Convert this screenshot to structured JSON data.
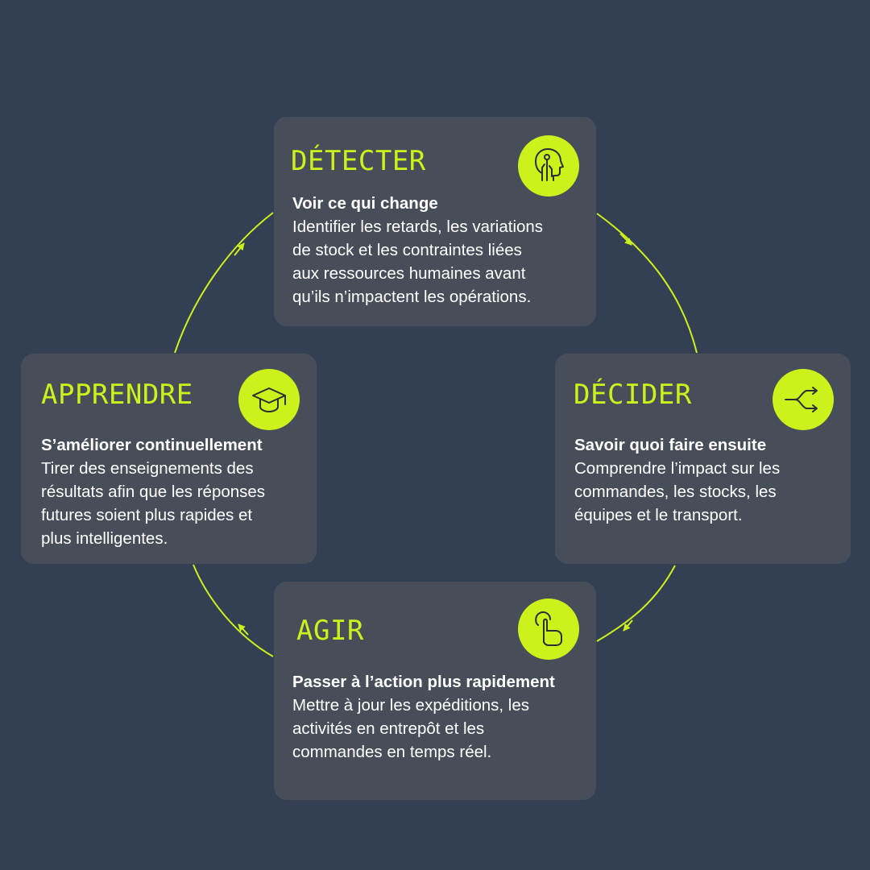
{
  "colors": {
    "background": "#334053",
    "card": "#474e5a",
    "accent": "#cdf11a",
    "text": "#ffffff",
    "icon_stroke": "#2a2f38"
  },
  "steps": [
    {
      "title": "DÉTECTER",
      "icon": "head-circuit-icon",
      "subtitle": "Voir ce qui change",
      "description": "Identifier les retards, les variations\nde stock et les contraintes liées\naux ressources humaines avant\nqu’ils n’impactent les opérations."
    },
    {
      "title": "DÉCIDER",
      "icon": "branching-arrows-icon",
      "subtitle": "Savoir quoi faire ensuite",
      "description": "Comprendre l’impact sur les\ncommandes, les stocks, les\néquipes et le transport."
    },
    {
      "title": "AGIR",
      "icon": "tap-hand-icon",
      "subtitle": "Passer à l’action plus rapidement",
      "description": "Mettre à jour les expéditions, les\nactivités en entrepôt et les\ncommandes en temps réel."
    },
    {
      "title": "APPRENDRE",
      "icon": "graduation-cap-icon",
      "subtitle": "S’améliorer continuellement",
      "description": "Tirer des enseignements des\nrésultats afin que les réponses\nfutures soient plus rapides et\nplus intelligentes."
    }
  ]
}
